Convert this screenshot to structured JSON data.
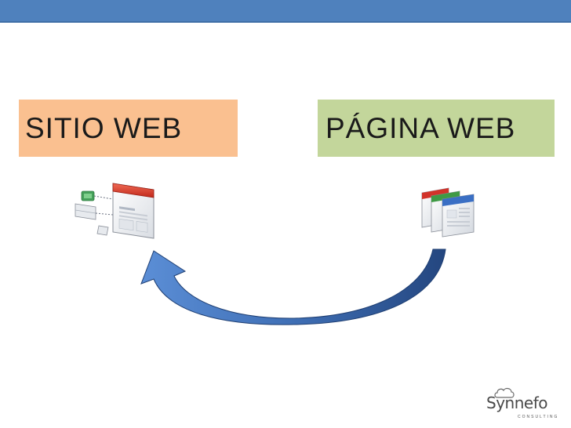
{
  "header": {
    "bar_color": "#4f81bd"
  },
  "labels": {
    "left": {
      "text": "SITIO WEB",
      "color": "#fac090"
    },
    "right": {
      "text": "PÁGINA WEB",
      "color": "#c3d69b"
    }
  },
  "icons": {
    "left": "website-icon",
    "right": "web-pages-icon"
  },
  "arrow": {
    "direction": "right-to-left",
    "color": "#3f6ea6"
  },
  "logo": {
    "name": "Synnefo",
    "subtitle": "CONSULTING"
  }
}
